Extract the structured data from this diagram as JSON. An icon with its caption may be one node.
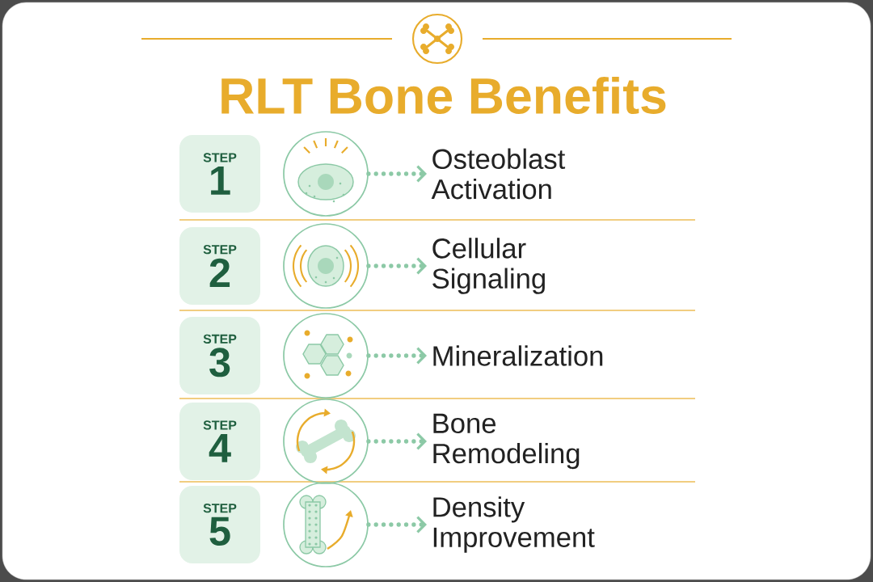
{
  "diagram": {
    "title": "RLT Bone Benefits",
    "nodes": [
      {
        "text": [
          "STEP",
          "1"
        ]
      },
      {
        "text": [],
        "shape": "circle"
      },
      {
        "text": [
          "Osteoblast Activation"
        ]
      },
      {
        "text": [
          "STEP",
          "2"
        ]
      },
      {
        "text": [],
        "shape": "circle"
      },
      {
        "text": [
          "Cellular Signaling"
        ]
      },
      {
        "text": [
          "STEP",
          "3"
        ]
      },
      {
        "text": [],
        "shape": "circle"
      },
      {
        "text": [
          "Mineralization"
        ]
      },
      {
        "text": [
          "STEP",
          "4"
        ]
      },
      {
        "text": [],
        "shape": "circle"
      },
      {
        "text": [
          "Bone Remodeling"
        ]
      },
      {
        "text": [
          "STEP",
          "5"
        ]
      },
      {
        "text": [],
        "shape": "circle"
      },
      {
        "text": [
          "Density Improvement"
        ]
      }
    ],
    "edges": [
      {
        "from": 1,
        "to": 2,
        "arrow": "to",
        "style": "dashed"
      },
      {
        "from": 4,
        "to": 5,
        "arrow": "to",
        "style": "dashed"
      },
      {
        "from": 7,
        "to": 8,
        "arrow": "to",
        "style": "dashed"
      },
      {
        "from": 10,
        "to": 11,
        "arrow": "to",
        "style": "dashed"
      },
      {
        "from": 13,
        "to": 14,
        "arrow": "to",
        "style": "dashed"
      }
    ]
  }
}
